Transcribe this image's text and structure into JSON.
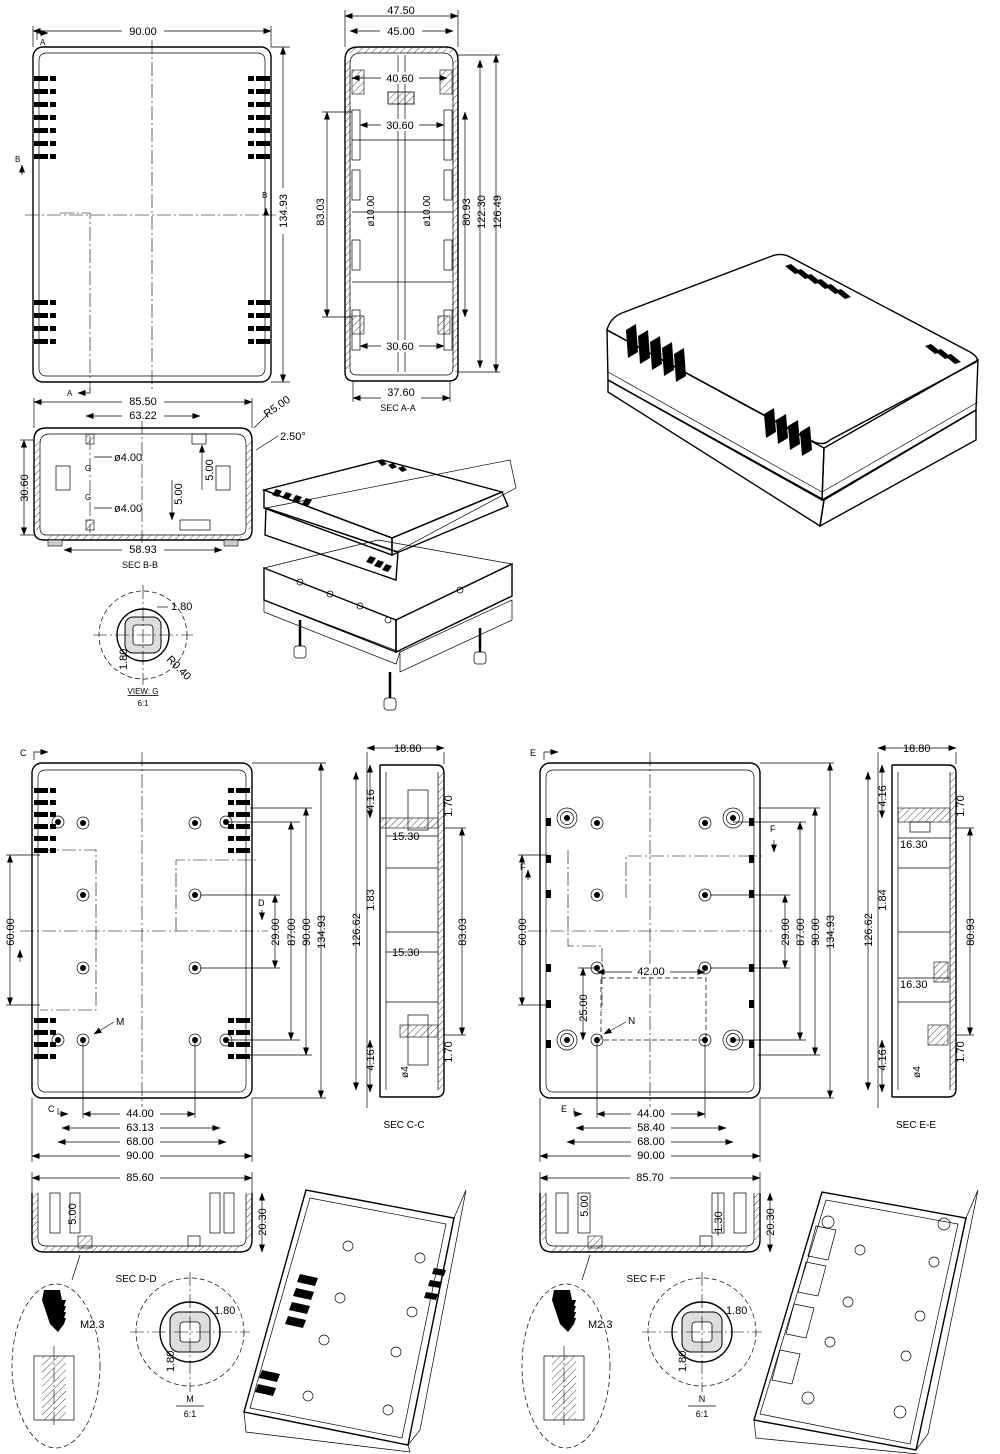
{
  "panel1": {
    "top_view": {
      "width": "90.00",
      "height": "134.93",
      "mark_a_top": "A",
      "mark_a_bottom": "A",
      "mark_b_left": "B",
      "mark_b_right": "B"
    },
    "sec_aa": {
      "outer_width": "47.50",
      "inner_width": "45.00",
      "boss_top": "40.60",
      "boss_mid": "30.60",
      "boss_bot": "30.60",
      "h1": "83.03",
      "h2": "80.93",
      "h3": "122.30",
      "h4": "126.49",
      "hole_a": "ø10.00",
      "hole_b": "ø10.00",
      "bottom_width": "37.60",
      "label": "SEC A-A"
    },
    "sec_bb": {
      "outer_width": "85.50",
      "inner_width": "63.22",
      "radius": "R5.00",
      "angle": "2.50°",
      "height": "30.60",
      "d1": "ø4.00",
      "d2": "ø4.00",
      "h5a": "5.00",
      "h5b": "5.00",
      "bottom_width": "58.93",
      "g1": "G",
      "g2": "G",
      "label": "SEC B-B"
    },
    "view_g": {
      "d1": "1.80",
      "d2": "1.80",
      "r": "R0.40",
      "label": "VIEW: G",
      "scale": "6:1"
    }
  },
  "panel2": {
    "bottom_view": {
      "mark_c_top": "C",
      "mark_c_bottom": "C",
      "mark_d": "D",
      "h60": "60.00",
      "h29": "29.00",
      "h87": "87.00",
      "h90": "90.00",
      "h134": "134.93",
      "w44": "44.00",
      "w63": "63.13",
      "w68": "68.00",
      "w90": "90.00",
      "m": "M"
    },
    "sec_cc": {
      "width": "18.80",
      "a": "4.16",
      "b": "1.70",
      "c": "15.30",
      "d": "1.83",
      "e": "15.30",
      "f": "4.16",
      "g": "1.70",
      "dia": "ø4",
      "h1": "126.62",
      "h2": "83.03",
      "label": "SEC C-C"
    },
    "sec_dd": {
      "width": "85.60",
      "h5": "5.00",
      "h20": "20.30",
      "label": "SEC D-D",
      "screw": "M2.3"
    },
    "view_m": {
      "d1": "1.80",
      "d2": "1.80",
      "label": "M",
      "scale": "6:1"
    }
  },
  "panel3": {
    "bottom_view": {
      "mark_e_top": "E",
      "mark_e_bottom": "E",
      "mark_f_left": "F",
      "mark_f_right": "F",
      "h60": "60.00",
      "h25": "25.00",
      "w42": "42.00",
      "h29": "29.00",
      "h87": "87.00",
      "h90": "90.00",
      "h134": "134.93",
      "w44": "44.00",
      "w58": "58.40",
      "w68": "68.00",
      "w90": "90.00",
      "n": "N"
    },
    "sec_ee": {
      "width": "18.80",
      "a": "4.16",
      "b": "1.70",
      "c": "16.30",
      "d": "1.84",
      "e": "16.30",
      "f": "4.16",
      "g": "1.70",
      "dia": "ø4",
      "h1": "126.62",
      "h2": "80.93",
      "label": "SEC E-E"
    },
    "sec_ff": {
      "width": "85.70",
      "h5": "5.00",
      "h1": "1.30",
      "h20": "20.30",
      "label": "SEC F-F",
      "screw": "M2.3"
    },
    "view_n": {
      "d1": "1.80",
      "d2": "1.80",
      "label": "N",
      "scale": "6:1"
    }
  }
}
